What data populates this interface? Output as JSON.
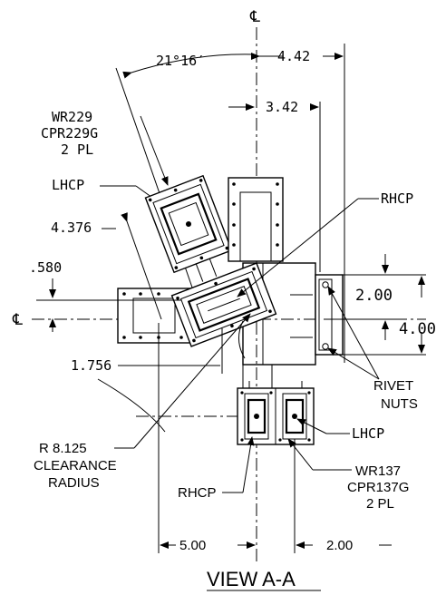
{
  "view_title": "VIEW A-A",
  "centerline_symbol": "℄",
  "angle": "21°16′",
  "dims": {
    "top_offset": "4.42",
    "inner_offset": "3.42",
    "diag_long": "4.376",
    "diag_short": ".580",
    "diag_mid": "1.756",
    "nut_spacing": "2.00",
    "nut_total": "4.00",
    "bottom_left": "5.00",
    "bottom_right": "2.00"
  },
  "labels": {
    "wr229": [
      "WR229",
      "CPR229G",
      "2 PL"
    ],
    "lhcp_top": "LHCP",
    "rhcp_top": "RHCP",
    "rivet": [
      "RIVET",
      "NUTS"
    ],
    "lhcp_bottom": "LHCP",
    "wr137": [
      "WR137",
      "CPR137G",
      "2 PL"
    ],
    "rhcp_bottom": "RHCP",
    "clearance": [
      "R 8.125",
      "CLEARANCE",
      "RADIUS"
    ]
  }
}
